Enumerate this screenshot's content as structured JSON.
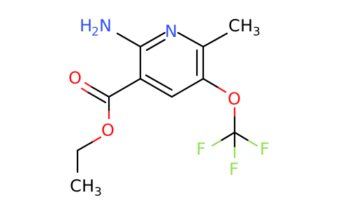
{
  "colors": {
    "bond": "#000000",
    "nitrogen": "#3050F8",
    "oxygen": "#FF0D0D",
    "fluorine": "#90E050",
    "carbon": "#000000"
  },
  "atoms": {
    "ring_nitrogen": "N",
    "amino_symbol": "H",
    "amino_subscript": "2",
    "amino_n": "N",
    "methyl_c": "C",
    "methyl_h": "H",
    "methyl_sub": "3",
    "carbonyl_o": "O",
    "ester_o": "O",
    "ether_o": "O",
    "f_left": "F",
    "f_right": "F",
    "f_bottom": "F",
    "ethyl_c": "C",
    "ethyl_h": "H",
    "ethyl_sub": "3"
  }
}
